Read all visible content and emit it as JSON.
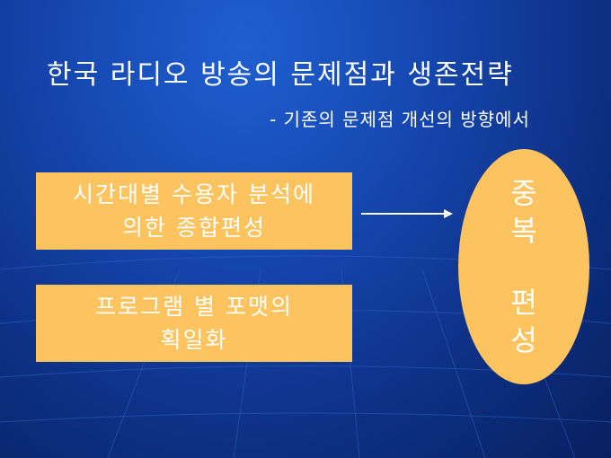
{
  "slide": {
    "title": "한국 라디오 방송의 문제점과 생존전략",
    "subtitle": "- 기존의 문제점 개선의 방향에서",
    "box_top": {
      "line1": "시간대별 수용자  분석에",
      "line2": "의한 종합편성"
    },
    "box_bottom": {
      "line1": "프로그램 별 포맷의",
      "line2": "획일화"
    },
    "ellipse": {
      "char1": "중",
      "char2": "복",
      "char3": "편",
      "char4": "성"
    }
  },
  "colors": {
    "background": "#1547b0",
    "box_fill": "#fcc35f",
    "text": "#ffffff"
  }
}
